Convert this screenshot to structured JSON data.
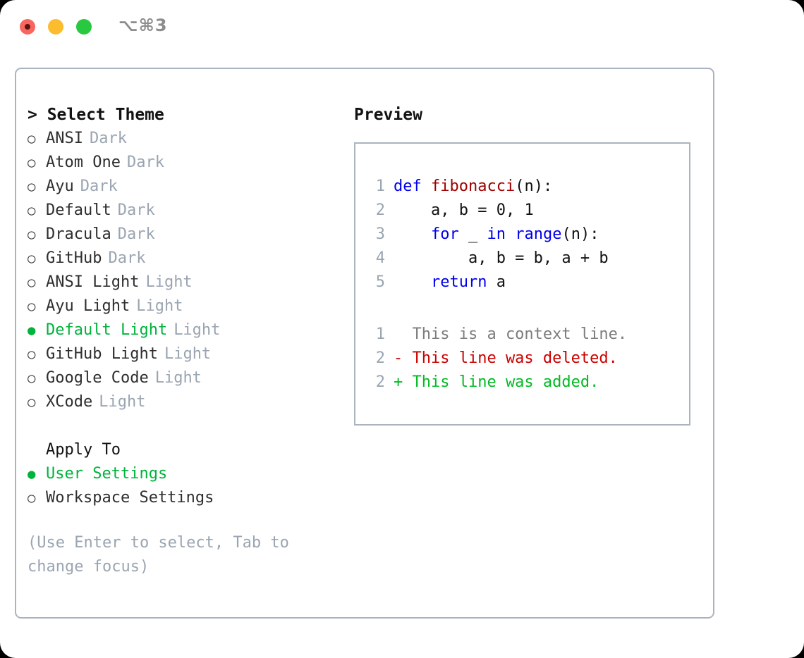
{
  "titlebar": {
    "shortcut": "⌥⌘3",
    "buttons": [
      {
        "name": "close",
        "color": "#f9665e"
      },
      {
        "name": "minimize",
        "color": "#fbbd2e"
      },
      {
        "name": "maximize",
        "color": "#28c840"
      }
    ]
  },
  "theme_list": {
    "header": "> Select Theme",
    "marker_unselected": "○",
    "marker_selected": "●",
    "items": [
      {
        "name": "ANSI",
        "badge": "Dark",
        "selected": false
      },
      {
        "name": "Atom One",
        "badge": "Dark",
        "selected": false
      },
      {
        "name": "Ayu",
        "badge": "Dark",
        "selected": false
      },
      {
        "name": "Default",
        "badge": "Dark",
        "selected": false
      },
      {
        "name": "Dracula",
        "badge": "Dark",
        "selected": false
      },
      {
        "name": "GitHub",
        "badge": "Dark",
        "selected": false
      },
      {
        "name": "ANSI Light",
        "badge": "Light",
        "selected": false
      },
      {
        "name": "Ayu Light",
        "badge": "Light",
        "selected": false
      },
      {
        "name": "Default Light",
        "badge": "Light",
        "selected": true
      },
      {
        "name": "GitHub Light",
        "badge": "Light",
        "selected": false
      },
      {
        "name": "Google Code",
        "badge": "Light",
        "selected": false
      },
      {
        "name": "XCode",
        "badge": "Light",
        "selected": false
      }
    ]
  },
  "apply_to": {
    "title": "Apply To",
    "items": [
      {
        "name": "User Settings",
        "selected": true
      },
      {
        "name": "Workspace Settings",
        "selected": false
      }
    ]
  },
  "hint": "(Use Enter to select, Tab to change focus)",
  "preview": {
    "title": "Preview",
    "code_lines": [
      {
        "no": "1",
        "tokens": [
          {
            "t": "def ",
            "c": "kw"
          },
          {
            "t": "fibonacci",
            "c": "fn"
          },
          {
            "t": "(n):",
            "c": "plain"
          }
        ]
      },
      {
        "no": "2",
        "tokens": [
          {
            "t": "    a, b = ",
            "c": "plain"
          },
          {
            "t": "0",
            "c": "num"
          },
          {
            "t": ", ",
            "c": "plain"
          },
          {
            "t": "1",
            "c": "num"
          }
        ]
      },
      {
        "no": "3",
        "tokens": [
          {
            "t": "    ",
            "c": "plain"
          },
          {
            "t": "for",
            "c": "kw"
          },
          {
            "t": " _ ",
            "c": "plain"
          },
          {
            "t": "in",
            "c": "kw"
          },
          {
            "t": " ",
            "c": "plain"
          },
          {
            "t": "range",
            "c": "kw"
          },
          {
            "t": "(n):",
            "c": "plain"
          }
        ]
      },
      {
        "no": "4",
        "tokens": [
          {
            "t": "        a, b = b, a + b",
            "c": "plain"
          }
        ]
      },
      {
        "no": "5",
        "tokens": [
          {
            "t": "    ",
            "c": "plain"
          },
          {
            "t": "return",
            "c": "kw"
          },
          {
            "t": " a",
            "c": "plain"
          }
        ]
      }
    ],
    "diff_lines": [
      {
        "no": "1",
        "marker": " ",
        "text": " This is a context line.",
        "kind": "ctx"
      },
      {
        "no": "2",
        "marker": "-",
        "text": " This line was deleted.",
        "kind": "del"
      },
      {
        "no": "2",
        "marker": "+",
        "text": " This line was added.",
        "kind": "add"
      }
    ]
  },
  "colors": {
    "accent_green": "#00b33c",
    "badge_gray": "#9aa5b1",
    "border": "#aab4c0",
    "keyword_blue": "#0000ee",
    "function_red": "#a00000",
    "diff_add": "#00bb22",
    "diff_del": "#cc0000"
  }
}
